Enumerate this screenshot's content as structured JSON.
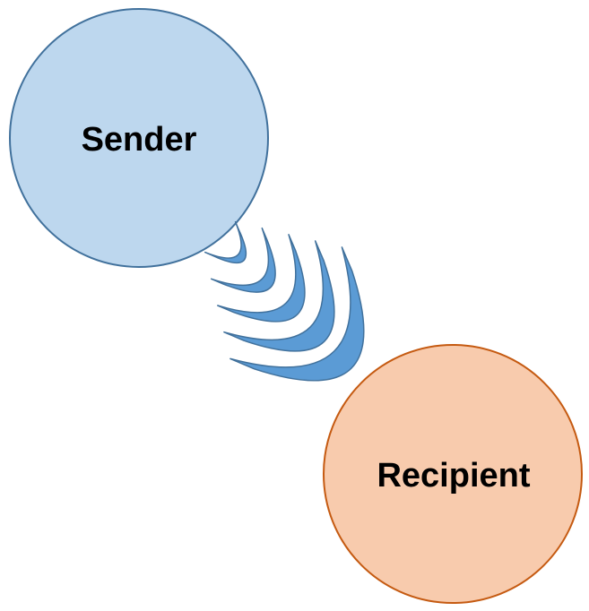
{
  "nodes": {
    "sender": {
      "label": "Sender",
      "fill": "#bdd7ee",
      "stroke": "#41719c"
    },
    "recipient": {
      "label": "Recipient",
      "fill": "#f8cbad",
      "stroke": "#c55a11"
    }
  },
  "signal": {
    "wave_count": 5,
    "fill": "#5b9bd5",
    "stroke": "#41719c"
  }
}
